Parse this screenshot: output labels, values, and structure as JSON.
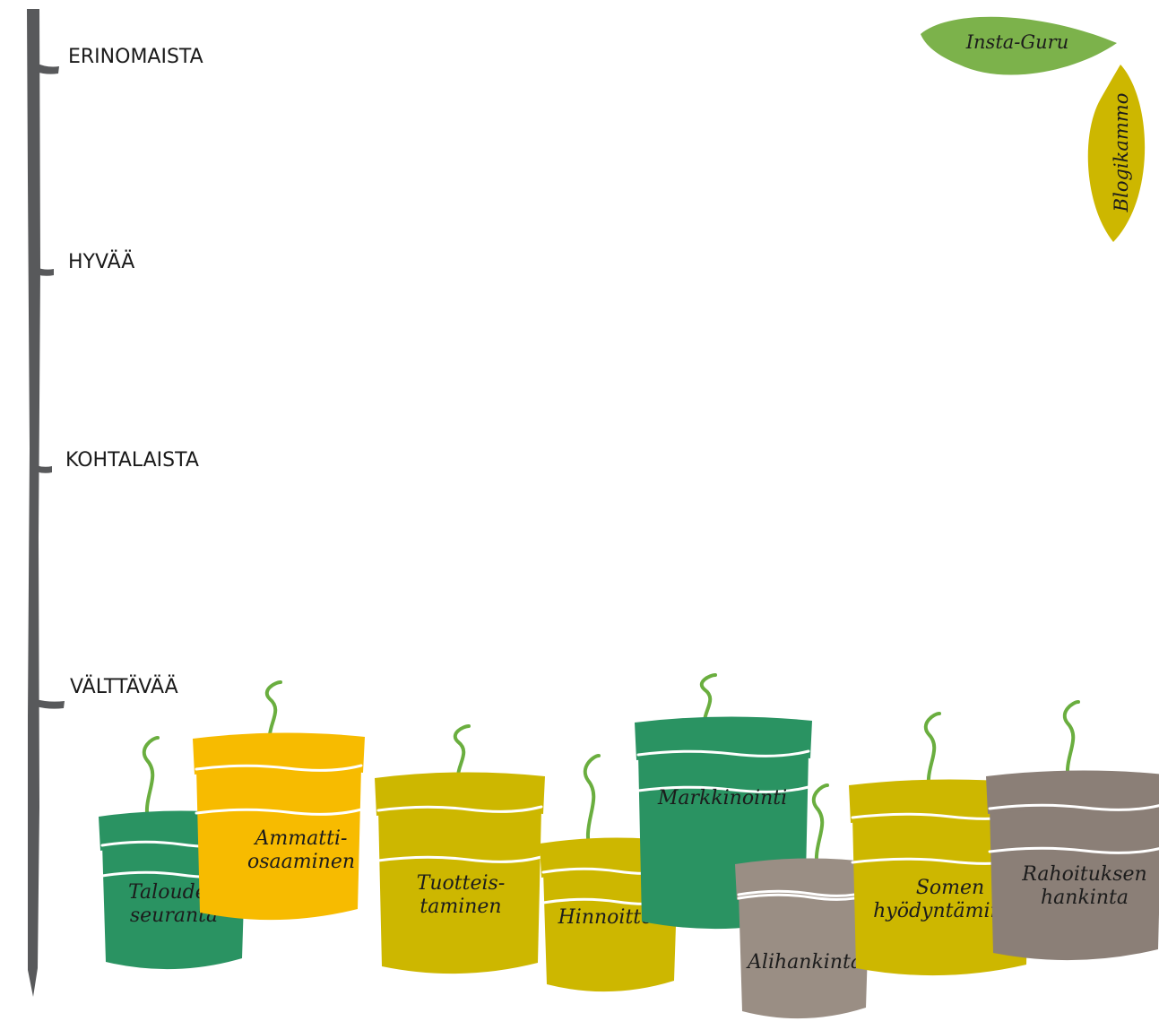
{
  "scale": {
    "levels": [
      "ERINOMAISTA",
      "HYVÄÄ",
      "KOHTALAISTA",
      "VÄLTTÄVÄÄ"
    ]
  },
  "pots": [
    {
      "lines": [
        "Talouden",
        "seuranta"
      ],
      "color": "#2a9362"
    },
    {
      "lines": [
        "Ammatti-",
        "osaaminen"
      ],
      "color": "#f7bb00"
    },
    {
      "lines": [
        "Tuotteis-",
        "taminen"
      ],
      "color": "#cdb700"
    },
    {
      "lines": [
        "Hinnoittelu"
      ],
      "color": "#cdb700"
    },
    {
      "lines": [
        "Markkinointi"
      ],
      "color": "#2a9362"
    },
    {
      "lines": [
        "Alihankinta"
      ],
      "color": "#9a8e84"
    },
    {
      "lines": [
        "Somen",
        "hyödyntäminen"
      ],
      "color": "#cdb700"
    },
    {
      "lines": [
        "Rahoituksen",
        "hankinta"
      ],
      "color": "#8b7f77"
    }
  ],
  "leaves": [
    {
      "label": "Insta-Guru",
      "color": "#7cb24b"
    },
    {
      "label": "Blogikammo",
      "color": "#cdb700"
    }
  ],
  "colors": {
    "stick": "#58595b",
    "sprout": "#6aae3f",
    "text": "#1a1a1a"
  }
}
